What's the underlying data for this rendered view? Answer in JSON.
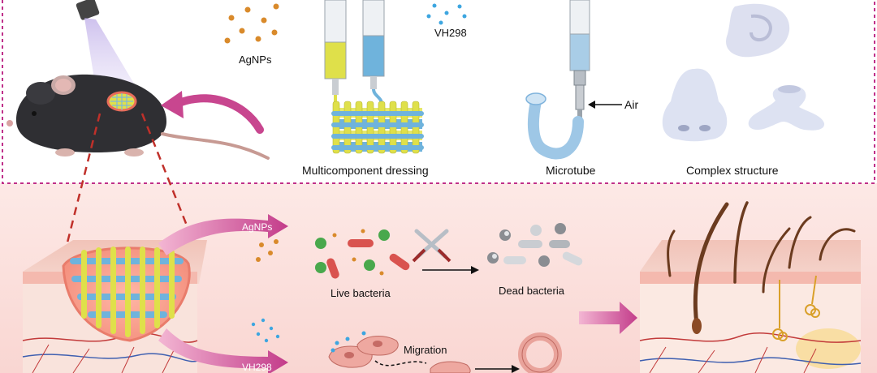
{
  "top_panel": {
    "agnps_label": "AgNPs",
    "vh298_label": "VH298",
    "multicomponent_label": "Multicomponent dressing",
    "microtube_label": "Microtube",
    "air_label": "Air",
    "complex_label": "Complex structure"
  },
  "bottom_panel": {
    "agnps_arrow_label": "AgNPs",
    "vh298_arrow_label": "VH298",
    "live_bacteria_label": "Live bacteria",
    "dead_bacteria_label": "Dead bacteria",
    "migration_label": "Migration"
  },
  "colors": {
    "dashed_border": "#c0308a",
    "magenta_arrow": "#c8468f",
    "yellow_ink": "#dfe04a",
    "blue_ink": "#6fb3dc",
    "agnp_dot": "#d98a2b",
    "vh298_dot": "#3da6e0",
    "bacteria_green": "#49a84c",
    "bacteria_red": "#d9534f",
    "skin_pink": "#f3c7c2",
    "hair_brown": "#6b3b1f"
  }
}
